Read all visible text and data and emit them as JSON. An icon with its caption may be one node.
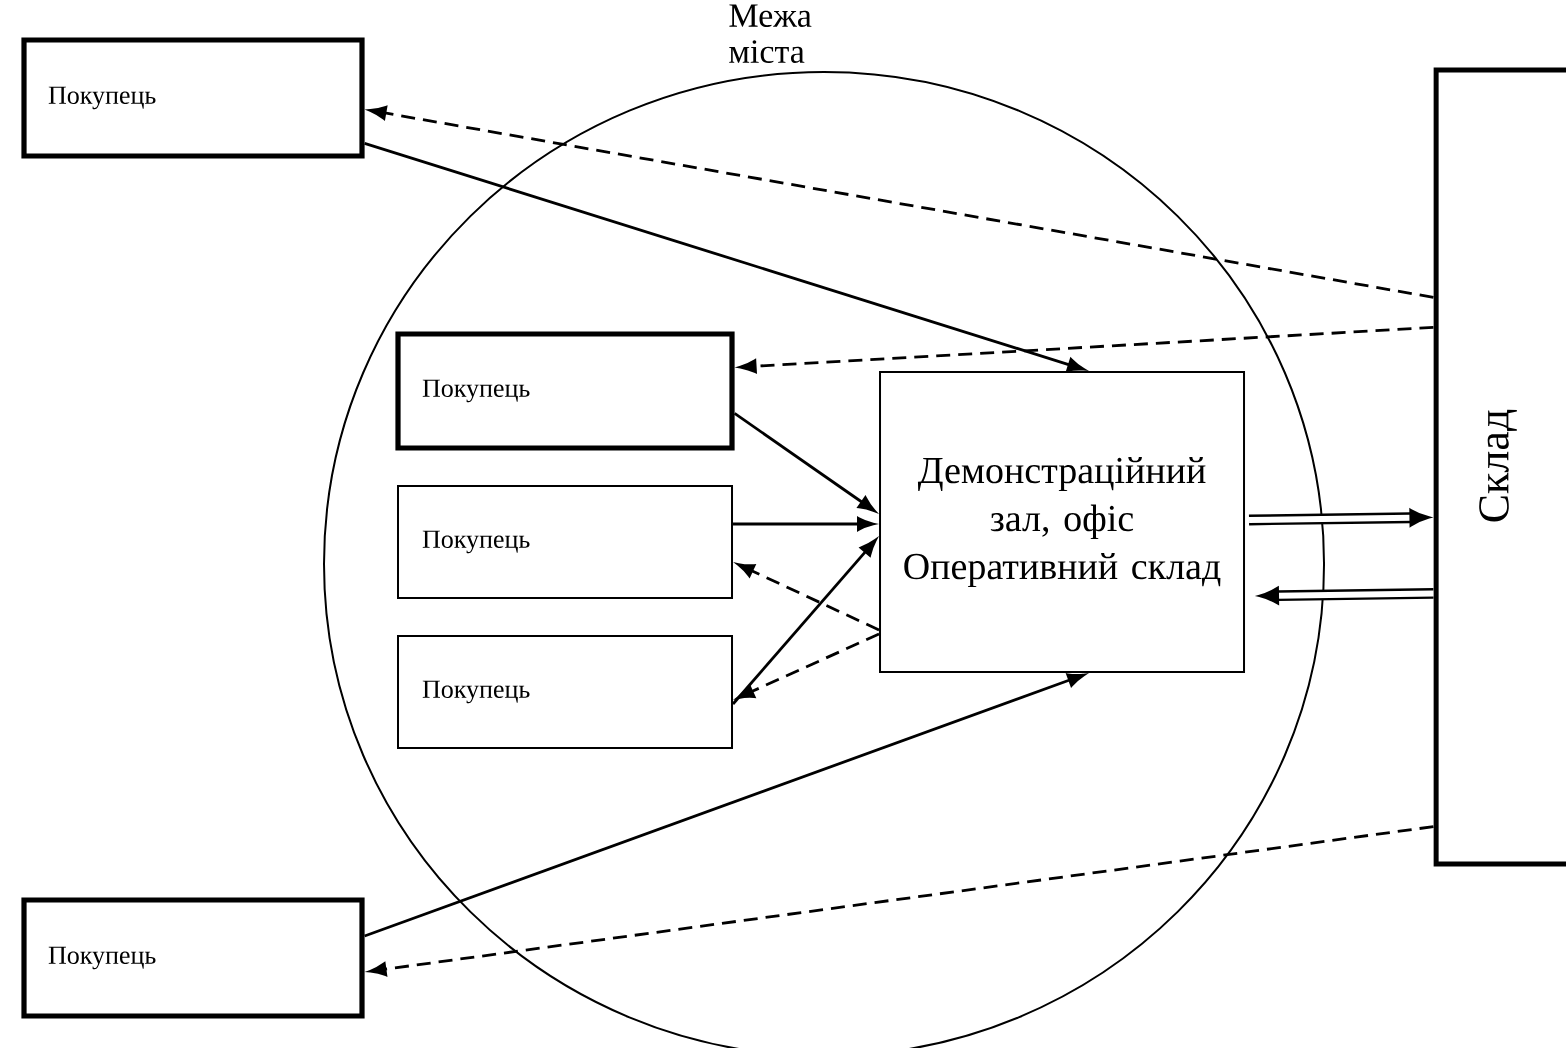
{
  "diagram": {
    "nodes": [
      {
        "text": [
          "Межа міста"
        ]
      },
      {
        "text": [
          "Покупець"
        ]
      },
      {
        "text": [
          "Покупець"
        ],
        "in": 0
      },
      {
        "text": [
          "Покупець"
        ],
        "in": 0
      },
      {
        "text": [
          "Покупець"
        ],
        "in": 0
      },
      {
        "text": [
          "Демонстраційний зал, офіс",
          "Оперативний склад"
        ],
        "in": 0
      },
      {
        "text": [
          "Склад"
        ]
      },
      {
        "text": [
          "Покупець"
        ]
      }
    ],
    "edges": [
      {
        "from": 1,
        "to": 5,
        "arrow": "to"
      },
      {
        "from": 6,
        "to": 1,
        "arrow": "to",
        "style": "dashed"
      },
      {
        "from": 6,
        "to": 2,
        "arrow": "to",
        "style": "dashed"
      },
      {
        "from": 2,
        "to": 5,
        "arrow": "to"
      },
      {
        "from": 3,
        "to": 5,
        "arrow": "to"
      },
      {
        "from": 5,
        "to": 3,
        "arrow": "to",
        "style": "dashed"
      },
      {
        "from": 4,
        "to": 5,
        "arrow": "to"
      },
      {
        "from": 5,
        "to": 4,
        "arrow": "to",
        "style": "dashed"
      },
      {
        "from": 7,
        "to": 5,
        "arrow": "to"
      },
      {
        "from": 6,
        "to": 7,
        "arrow": "to",
        "style": "dashed"
      },
      {
        "from": 5,
        "to": 6,
        "arrow": "to",
        "style": "thick"
      },
      {
        "from": 6,
        "to": 5,
        "arrow": "to",
        "style": "thick"
      }
    ]
  }
}
